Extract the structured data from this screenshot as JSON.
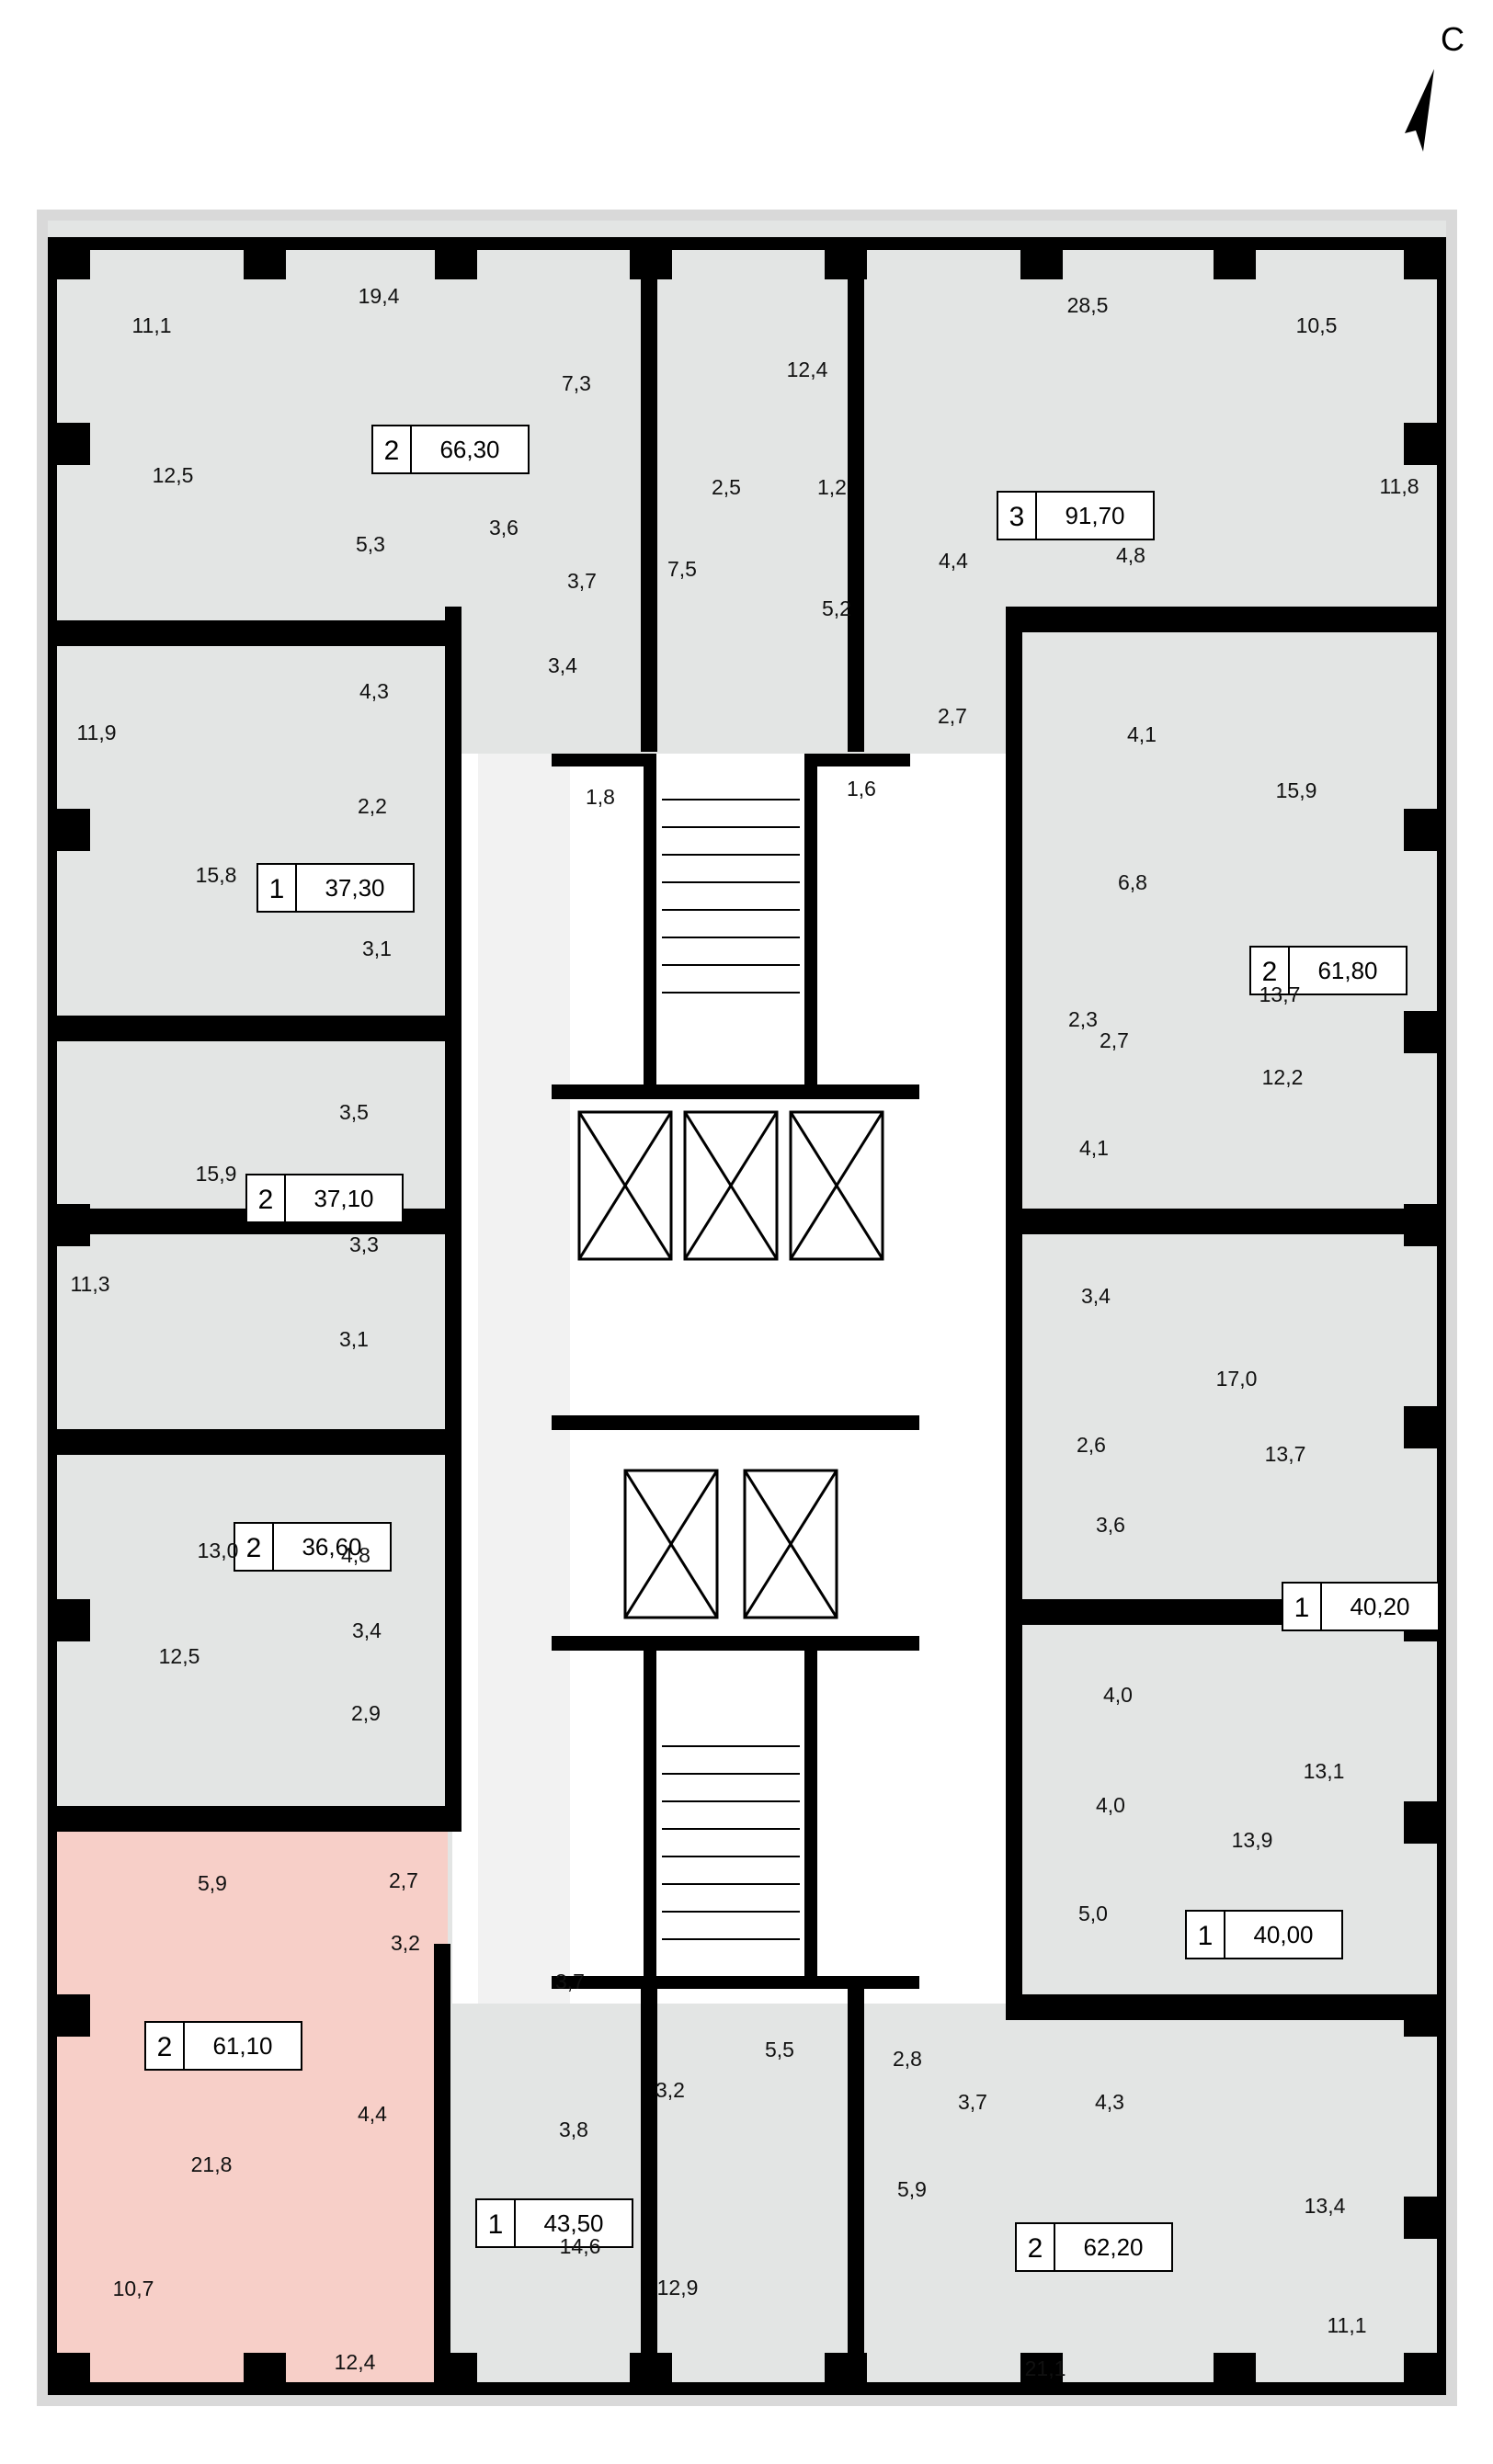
{
  "compass": {
    "label": "С",
    "icon": "north-arrow-icon"
  },
  "colors": {
    "floor": "#e3e5e4",
    "core": "#ffffff",
    "wall": "#000000",
    "highlight": "#f7cfc8",
    "frame": "#d9d9d9"
  },
  "apartments": [
    {
      "id": "apt-a",
      "rooms": "2",
      "area": "66,30",
      "highlighted": false
    },
    {
      "id": "apt-b",
      "rooms": "3",
      "area": "91,70",
      "highlighted": false
    },
    {
      "id": "apt-c",
      "rooms": "1",
      "area": "37,30",
      "highlighted": false
    },
    {
      "id": "apt-d",
      "rooms": "2",
      "area": "61,80",
      "highlighted": false
    },
    {
      "id": "apt-e",
      "rooms": "2",
      "area": "37,10",
      "highlighted": false
    },
    {
      "id": "apt-f",
      "rooms": "2",
      "area": "36,60",
      "highlighted": false
    },
    {
      "id": "apt-g",
      "rooms": "1",
      "area": "40,20",
      "highlighted": false
    },
    {
      "id": "apt-h",
      "rooms": "1",
      "area": "40,00",
      "highlighted": false
    },
    {
      "id": "apt-i",
      "rooms": "2",
      "area": "61,10",
      "highlighted": true
    },
    {
      "id": "apt-j",
      "rooms": "1",
      "area": "43,50",
      "highlighted": false
    },
    {
      "id": "apt-k",
      "rooms": "2",
      "area": "62,20",
      "highlighted": false
    }
  ],
  "room_areas": [
    "11,1",
    "19,4",
    "7,3",
    "12,5",
    "5,3",
    "3,6",
    "3,7",
    "3,4",
    "12,4",
    "2,5",
    "1,2",
    "7,5",
    "5,2",
    "28,5",
    "10,5",
    "11,8",
    "4,4",
    "4,8",
    "2,7",
    "4,1",
    "15,9",
    "11,9",
    "4,3",
    "2,2",
    "1,8",
    "1,6",
    "15,8",
    "3,1",
    "6,8",
    "13,7",
    "2,3",
    "2,7",
    "12,2",
    "4,1",
    "15,9",
    "3,5",
    "11,3",
    "3,3",
    "3,1",
    "3,4",
    "17,0",
    "2,6",
    "13,7",
    "3,6",
    "13,0",
    "4,8",
    "12,5",
    "3,4",
    "2,9",
    "4,0",
    "13,1",
    "4,0",
    "13,9",
    "5,9",
    "2,7",
    "3,2",
    "5,0",
    "3,7",
    "5,5",
    "2,8",
    "3,2",
    "3,7",
    "4,4",
    "3,8",
    "4,3",
    "21,8",
    "14,6",
    "5,9",
    "13,4",
    "10,7",
    "12,4",
    "12,9",
    "21,1",
    "11,1"
  ]
}
